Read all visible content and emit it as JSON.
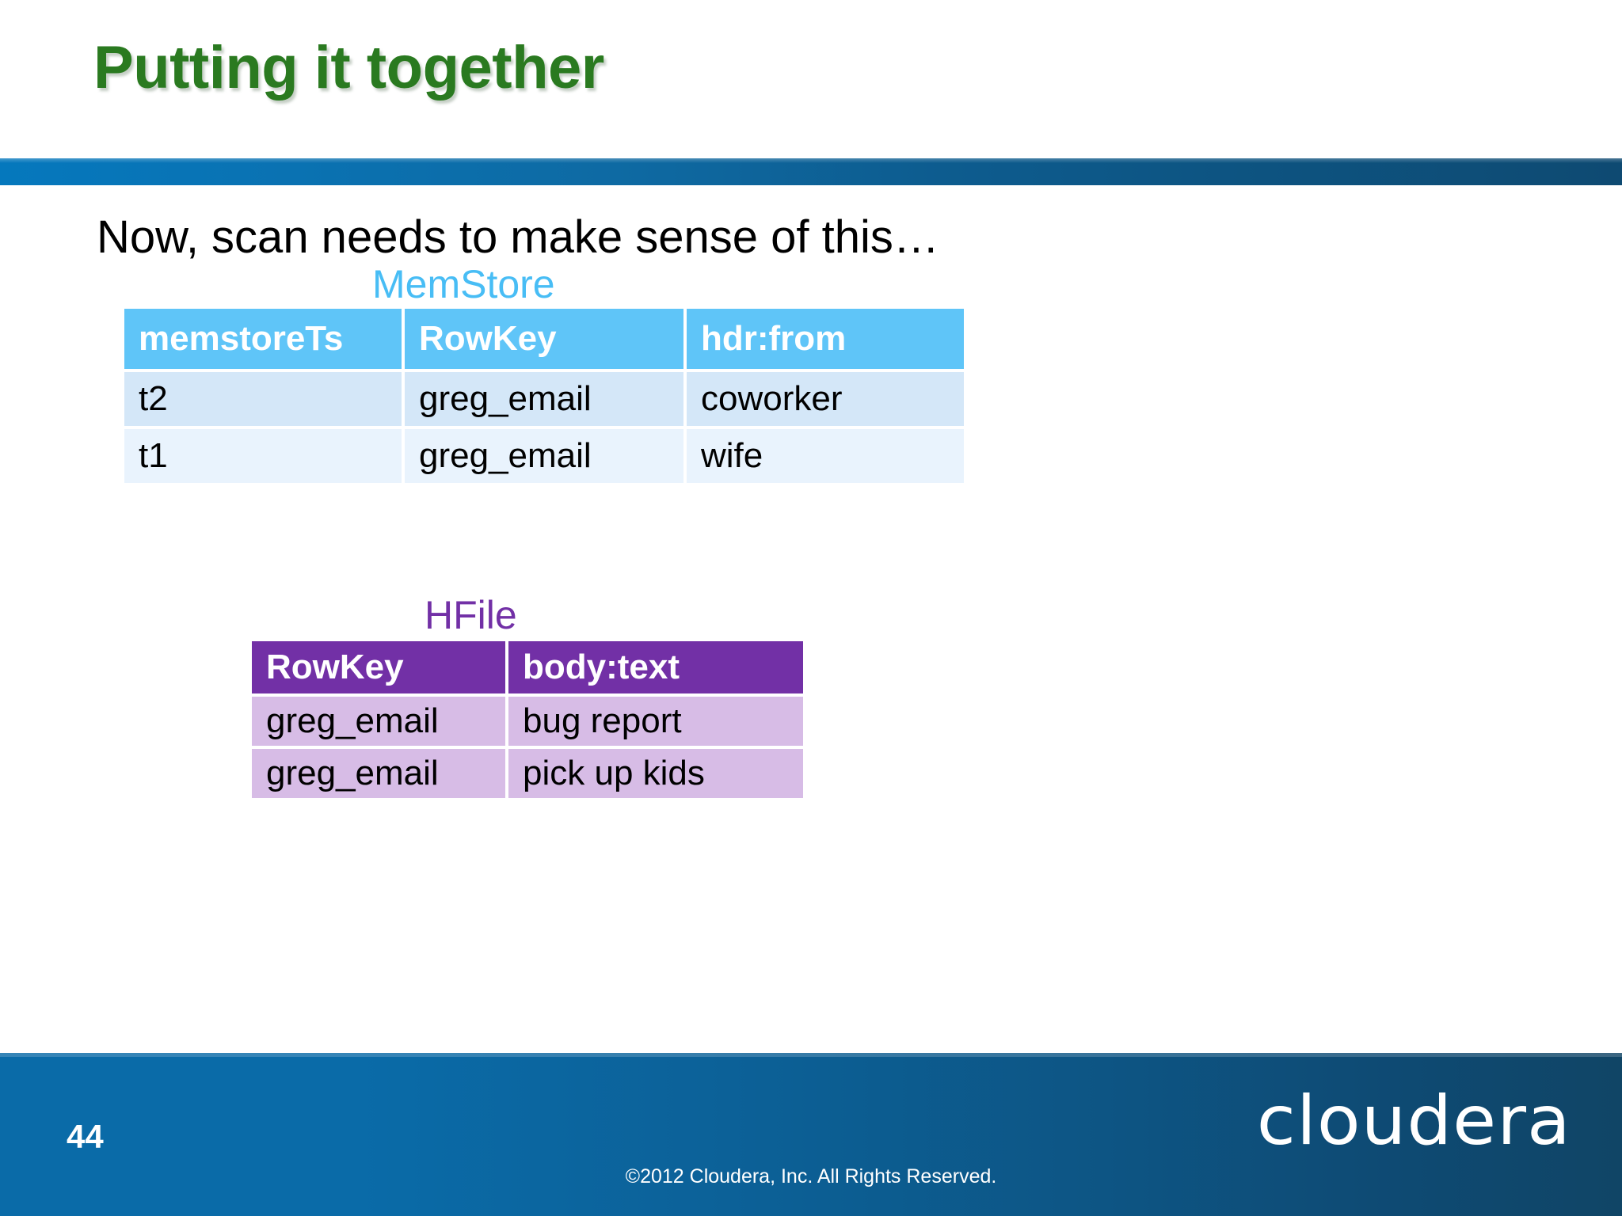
{
  "slide": {
    "title": "Putting it together",
    "lead_text": "Now, scan needs to make sense of this…"
  },
  "memstore": {
    "label": "MemStore",
    "columns": [
      "memstoreTs",
      "RowKey",
      "hdr:from"
    ],
    "rows": [
      [
        "t2",
        "greg_email",
        "coworker"
      ],
      [
        "t1",
        "greg_email",
        "wife"
      ]
    ],
    "header_color": "#5fc5f8",
    "label_color": "#48bdf5",
    "row_colors": [
      "#d4e7f8",
      "#e9f3fd"
    ]
  },
  "hfile": {
    "label": "HFile",
    "columns": [
      "RowKey",
      "body:text"
    ],
    "rows": [
      [
        "greg_email",
        "bug report"
      ],
      [
        "greg_email",
        "pick up kids"
      ]
    ],
    "header_color": "#7230a6",
    "label_color": "#7230a6",
    "row_color": "#d7bce6"
  },
  "footer": {
    "page_number": "44",
    "copyright": "©2012 Cloudera, Inc. All Rights Reserved.",
    "brand": "cloudera"
  },
  "theme": {
    "title_color": "#2a7a20",
    "bar_start": "#0578bd",
    "bar_end": "#0e4a72"
  }
}
